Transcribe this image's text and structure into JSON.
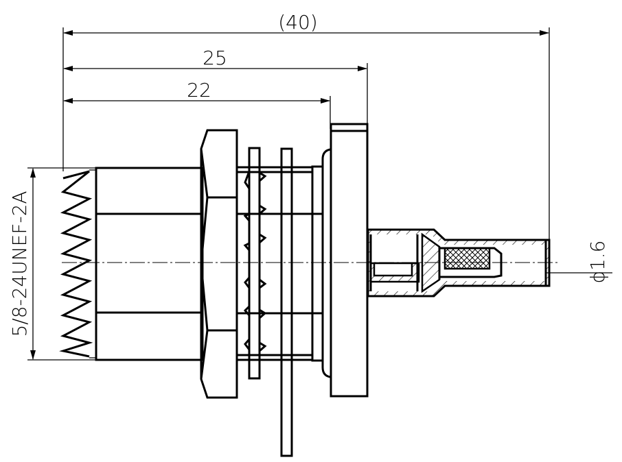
{
  "drawing": {
    "dimensions": {
      "overall_length": "(40)",
      "length_to_flange_face": "25",
      "length_to_flange": "22",
      "thread_spec": "5/8-24UNEF-2A",
      "pin_diameter": "ϕ1.6"
    },
    "colors": {
      "line": "#000000",
      "background": "#ffffff"
    }
  }
}
